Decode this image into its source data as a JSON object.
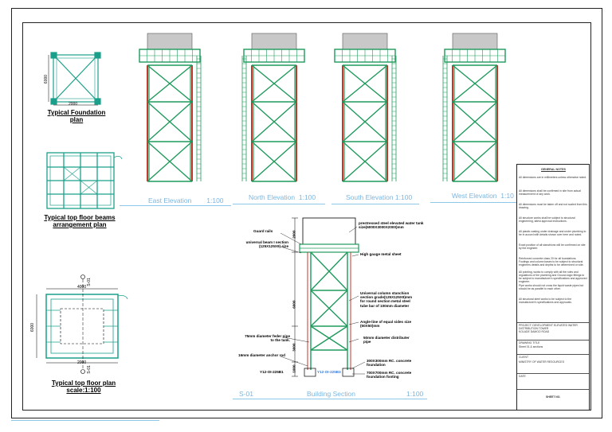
{
  "plans": {
    "foundation_title": "Typical Foundation plan",
    "foundation_dim_h": "2000",
    "foundation_dim_v": "6000",
    "beams_title": "Typical top floor beams arrangement plan",
    "top_title": "Typical top floor plan",
    "top_scale": "scale:1:100",
    "top_dim_w": "4000",
    "top_dim_w2": "2000",
    "top_dim_v": "6000",
    "section_marker_top": "S-01",
    "section_marker_bottom": "S-01"
  },
  "elevations": [
    {
      "label": "East Elevation",
      "scale": "1:100"
    },
    {
      "label": "North Elevation",
      "scale": "1:100"
    },
    {
      "label": "South Elevation",
      "scale": "1:100"
    },
    {
      "label": "West Elevation",
      "scale": "1:10"
    }
  ],
  "section": {
    "label_left": "S-01",
    "label_mid": "Building Section",
    "label_right": "1:100",
    "base_tag": "Y12-OI-225B1",
    "base_tag_blue": "Y12-OI-225B3",
    "dim_top": "2000",
    "dim_mid": "6000",
    "dim_low": "3000",
    "dim_base": "1000"
  },
  "annotations": {
    "guard_rails": "Guard rails",
    "beam": "universal beam I section (125X125X9) size",
    "tank": "prestressed steel elevated water tank size(6000X3000X2000)mm",
    "sheet": "High gauge metal sheet",
    "column": "Universal column stanchion section grade(125X125X9)mm for round section metal steel tube bar of 100mm diameter",
    "angle": "Angle-line of equal sides size (50X50)mm",
    "feeder": "75mm diameter feder pipe to the tank.",
    "distributor": "50mm diameter distributer pipe",
    "anchor": "16mm diameter anchor rod",
    "foundation": "300X300mm RC. concrete foundation",
    "footing": "700X700mm RC. concrete foundation footing"
  },
  "notes": {
    "heading": "GENERAL NOTES",
    "items": [
      "All dimensions are in millimeters unless otherwise noted.",
      "All dimensions shall be confirmed in site from actual measurement of any work.",
      "All dimensions must be taken off and not scaled from this drawing.",
      "All structure works shall be subject to structural engineering, latest approval instructions.",
      "All plastic casting under drainage and under plumbing to be in accord with details shown over here and noted.",
      "Exact position of all stanchions will be confirmed on site by the engineer.",
      "Reinforced concrete class 20 for all foundations. Footings and column bases to be subject to structural engineers details and depths to be determined on site.",
      "All pointing, works to comply with all the rules and regulations of the plumbing and Ground-logic fittings to be subject to manufacturer's specifications and approved engineer.",
      "Pipe works should not cross the liquid waste pipes but should be as parallel to each other.",
      "All structural steel works to be subject to the manufacturer's specifications and approvals."
    ]
  },
  "title_block": {
    "project": "PROJECT: DEVELOPMENT ELEVATED WATER DISTRIBUTION TOWER",
    "location": "KOLADE DAMOO ROAD",
    "drawing": "DRAWING TITLE",
    "drawing_value": "Sheet 01 & sections",
    "client": "CLIENT",
    "client_value": "MINISTRY OF WATER RESOURCES",
    "date": "DATE",
    "sheet_no": "SHEET NO."
  },
  "colors": {
    "steel": "#1f9a5c",
    "steel_dark": "#0f6f3f",
    "tank": "#c8c8c8",
    "column_red": "#c0392b",
    "plan_teal": "#1aa08a",
    "blue_text": "#7bb6e0"
  }
}
